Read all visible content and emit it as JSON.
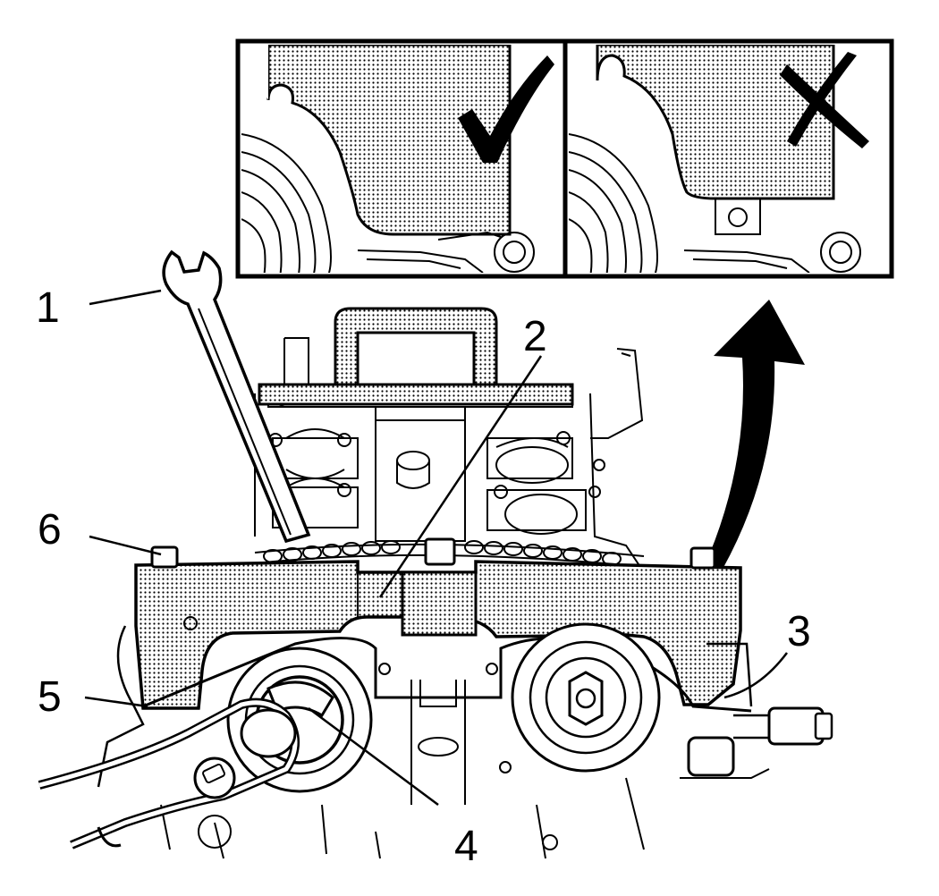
{
  "diagram": {
    "inset_correct": {
      "mark": "check-mark"
    },
    "inset_incorrect": {
      "mark": "x-mark"
    },
    "colors": {
      "ink": "#000000",
      "paper": "#ffffff",
      "dot_fill": "#9a9a9a"
    }
  },
  "callouts": [
    {
      "id": "1",
      "label": "1"
    },
    {
      "id": "2",
      "label": "2"
    },
    {
      "id": "3",
      "label": "3"
    },
    {
      "id": "4",
      "label": "4"
    },
    {
      "id": "5",
      "label": "5"
    },
    {
      "id": "6",
      "label": "6"
    }
  ]
}
